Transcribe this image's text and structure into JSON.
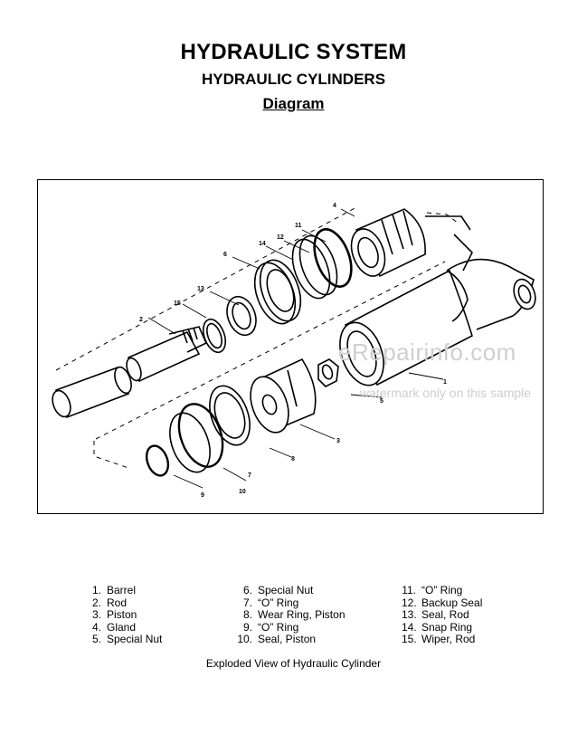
{
  "header": {
    "title": "HYDRAULIC SYSTEM",
    "subtitle": "HYDRAULIC CYLINDERS",
    "section": "Diagram"
  },
  "diagram": {
    "part_numbers": [
      "1",
      "2",
      "3",
      "4",
      "5",
      "6",
      "7",
      "8",
      "9",
      "10",
      "11",
      "12",
      "13",
      "14",
      "15"
    ],
    "watermark_site": "eRepairinfo.com",
    "watermark_note": "watermark only on this sample"
  },
  "legend": {
    "columns": [
      [
        {
          "num": "1.",
          "label": "Barrel"
        },
        {
          "num": "2.",
          "label": "Rod"
        },
        {
          "num": "3.",
          "label": "Piston"
        },
        {
          "num": "4.",
          "label": "Gland"
        },
        {
          "num": "5.",
          "label": "Special Nut"
        }
      ],
      [
        {
          "num": "6.",
          "label": "Special Nut"
        },
        {
          "num": "7.",
          "label": "“O” Ring"
        },
        {
          "num": "8.",
          "label": "Wear Ring, Piston"
        },
        {
          "num": "9.",
          "label": "“O” Ring"
        },
        {
          "num": "10.",
          "label": "Seal, Piston"
        }
      ],
      [
        {
          "num": "11.",
          "label": "“O” Ring"
        },
        {
          "num": "12.",
          "label": "Backup Seal"
        },
        {
          "num": "13.",
          "label": "Seal, Rod"
        },
        {
          "num": "14.",
          "label": "Snap Ring"
        },
        {
          "num": "15.",
          "label": "Wiper, Rod"
        }
      ]
    ]
  },
  "caption": "Exploded View of Hydraulic Cylinder"
}
